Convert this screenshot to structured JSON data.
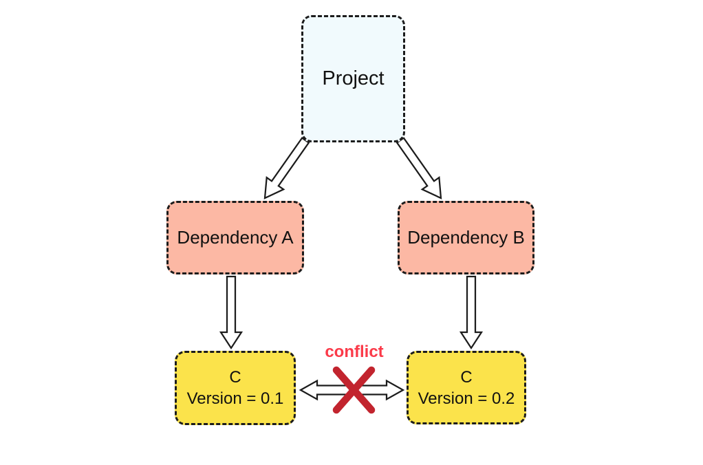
{
  "diagram": {
    "description": "Dependency version conflict diagram",
    "nodes": {
      "project": {
        "label": "Project",
        "fill": "#f1fafd"
      },
      "dep_a": {
        "label": "Dependency A",
        "fill": "#fcb8a4"
      },
      "dep_b": {
        "label": "Dependency B",
        "fill": "#fcb8a4"
      },
      "c1": {
        "label": "C",
        "sublabel": "Version = 0.1",
        "fill": "#fbe34b"
      },
      "c2": {
        "label": "C",
        "sublabel": "Version = 0.2",
        "fill": "#fbe34b"
      }
    },
    "edges": [
      {
        "from": "project",
        "to": "dep_a",
        "style": "hollow-arrow"
      },
      {
        "from": "project",
        "to": "dep_b",
        "style": "hollow-arrow"
      },
      {
        "from": "dep_a",
        "to": "c1",
        "style": "hollow-arrow"
      },
      {
        "from": "dep_b",
        "to": "c2",
        "style": "hollow-arrow"
      },
      {
        "from": "c1",
        "to": "c2",
        "style": "double-hollow-arrow-crossed-out"
      }
    ],
    "conflict": {
      "label": "conflict",
      "label_color": "#fb3a49",
      "x_color": "#c2242e"
    },
    "style": {
      "border": "black dashed rounded rectangles",
      "background": "#ffffff"
    }
  }
}
